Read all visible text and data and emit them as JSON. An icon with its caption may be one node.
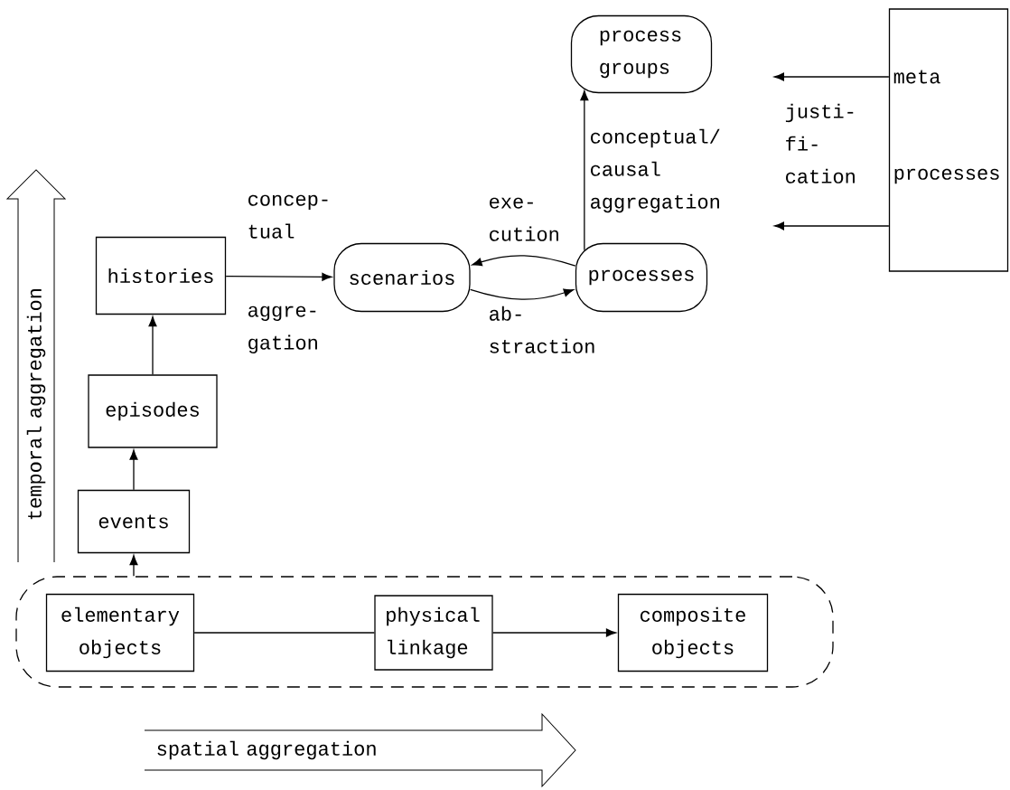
{
  "diagram": {
    "nodes": [
      {
        "text": [
          "process groups"
        ]
      },
      {
        "text": [
          "meta",
          "processes"
        ]
      },
      {
        "text": [
          "histories"
        ]
      },
      {
        "text": [
          "scenarios"
        ]
      },
      {
        "text": [
          "processes"
        ]
      },
      {
        "text": [
          "episodes"
        ]
      },
      {
        "text": [
          "events"
        ]
      },
      {
        "text": [],
        "shape": "box"
      },
      {
        "text": [
          "elementary objects"
        ],
        "in": 7
      },
      {
        "text": [
          "physical linkage"
        ],
        "in": 7
      },
      {
        "text": [
          "composite objects"
        ],
        "in": 7
      }
    ],
    "edges": [
      {
        "from": 7,
        "to": 6,
        "arrow": "to"
      },
      {
        "from": 6,
        "to": 5,
        "arrow": "to"
      },
      {
        "from": 5,
        "to": 2,
        "arrow": "to"
      },
      {
        "from": 2,
        "to": 3,
        "arrow": "to"
      },
      {
        "from": 4,
        "to": 3,
        "arrow": "to",
        "label": "exe- cution"
      },
      {
        "from": 3,
        "to": 4,
        "arrow": "to",
        "label": "ab- straction"
      },
      {
        "from": 4,
        "to": 0,
        "arrow": "to",
        "label": "conceptual/ causal aggregation"
      },
      {
        "from": 1,
        "to": null,
        "arrow": "to"
      },
      {
        "from": 1,
        "to": null,
        "arrow": "to"
      },
      {
        "from": 8,
        "to": 9,
        "arrow": "none"
      },
      {
        "from": 9,
        "to": 10,
        "arrow": "to"
      }
    ],
    "labels": [
      "concep- tual",
      "aggre- gation",
      "justi- fi- cation",
      "temporal aggregation",
      "spatial aggregation"
    ]
  }
}
